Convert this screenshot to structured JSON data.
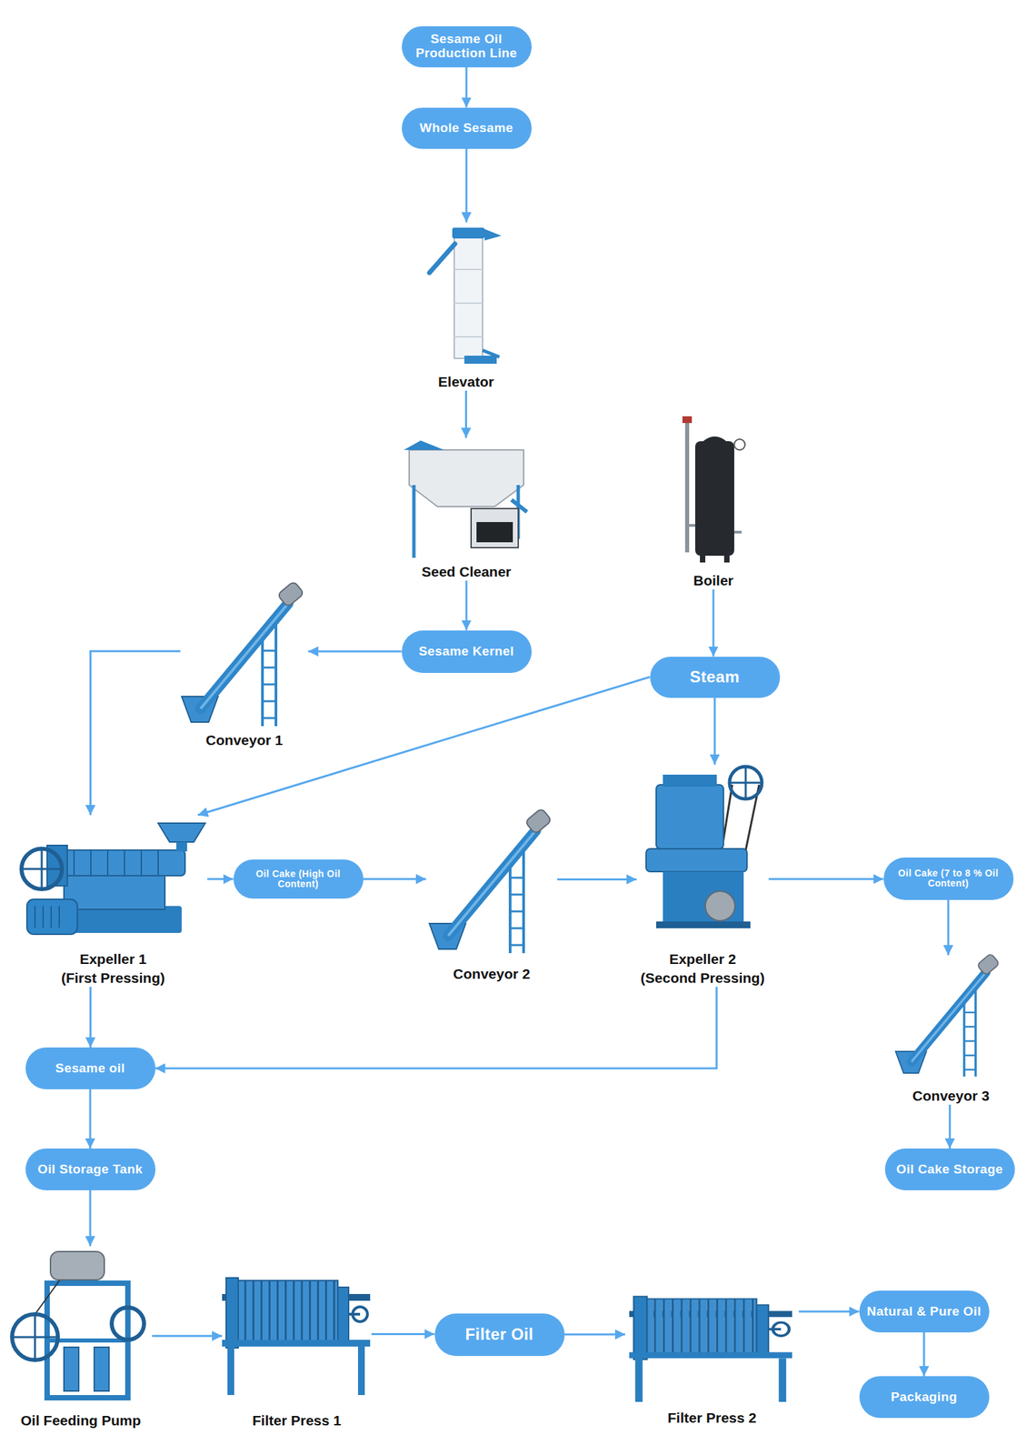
{
  "diagram": {
    "nodes": [
      {
        "text": [
          "Sesame Oil Production Line"
        ]
      },
      {
        "text": [
          "Whole Sesame"
        ]
      },
      {
        "text": [
          "Elevator"
        ]
      },
      {
        "text": [
          "Seed Cleaner"
        ]
      },
      {
        "text": [
          "Boiler"
        ]
      },
      {
        "text": [
          "Sesame Kernel"
        ]
      },
      {
        "text": [
          "Steam"
        ]
      },
      {
        "text": [
          "Conveyor 1"
        ]
      },
      {
        "text": [
          "Expeller 1",
          "(First Pressing)"
        ]
      },
      {
        "text": [
          "Oil Cake (High Oil Content)"
        ]
      },
      {
        "text": [
          "Conveyor 2"
        ]
      },
      {
        "text": [
          "Expeller 2",
          "(Second Pressing)"
        ]
      },
      {
        "text": [
          "Oil Cake (7 to 8 % Oil Content)"
        ]
      },
      {
        "text": [
          "Conveyor 3"
        ]
      },
      {
        "text": [
          "Sesame oil"
        ]
      },
      {
        "text": [
          "Oil Storage Tank"
        ]
      },
      {
        "text": [
          "Oil Cake Storage"
        ]
      },
      {
        "text": [
          "Natural & Pure Oil"
        ]
      },
      {
        "text": [
          "Oil Feeding Pump"
        ]
      },
      {
        "text": [
          "Filter Press 1"
        ]
      },
      {
        "text": [
          "Filter Oil"
        ]
      },
      {
        "text": [
          "Filter Press 2"
        ]
      },
      {
        "text": [
          "Packaging"
        ]
      }
    ],
    "edges": [
      {
        "from": 0,
        "to": 1,
        "arrow": "to"
      },
      {
        "from": 1,
        "to": 2,
        "arrow": "to"
      },
      {
        "from": 2,
        "to": 3,
        "arrow": "to"
      },
      {
        "from": 3,
        "to": 5,
        "arrow": "to"
      },
      {
        "from": 5,
        "to": 7,
        "arrow": "to"
      },
      {
        "from": 7,
        "to": 8,
        "arrow": "to"
      },
      {
        "from": 4,
        "to": 6,
        "arrow": "to"
      },
      {
        "from": 6,
        "to": 8,
        "arrow": "to"
      },
      {
        "from": 6,
        "to": 11,
        "arrow": "to"
      },
      {
        "from": 8,
        "to": 9,
        "arrow": "to"
      },
      {
        "from": 9,
        "to": 10,
        "arrow": "to"
      },
      {
        "from": 10,
        "to": 11,
        "arrow": "to"
      },
      {
        "from": 11,
        "to": 12,
        "arrow": "to"
      },
      {
        "from": 12,
        "to": 13,
        "arrow": "to"
      },
      {
        "from": 13,
        "to": 16,
        "arrow": "to"
      },
      {
        "from": 8,
        "to": 14,
        "arrow": "to"
      },
      {
        "from": 11,
        "to": 14,
        "arrow": "to"
      },
      {
        "from": 14,
        "to": 15,
        "arrow": "to"
      },
      {
        "from": 15,
        "to": 18,
        "arrow": "to"
      },
      {
        "from": 18,
        "to": 19,
        "arrow": "to"
      },
      {
        "from": 19,
        "to": 20,
        "arrow": "to"
      },
      {
        "from": 20,
        "to": 21,
        "arrow": "to"
      },
      {
        "from": 21,
        "to": 17,
        "arrow": "to"
      },
      {
        "from": 17,
        "to": 22,
        "arrow": "to"
      }
    ]
  }
}
